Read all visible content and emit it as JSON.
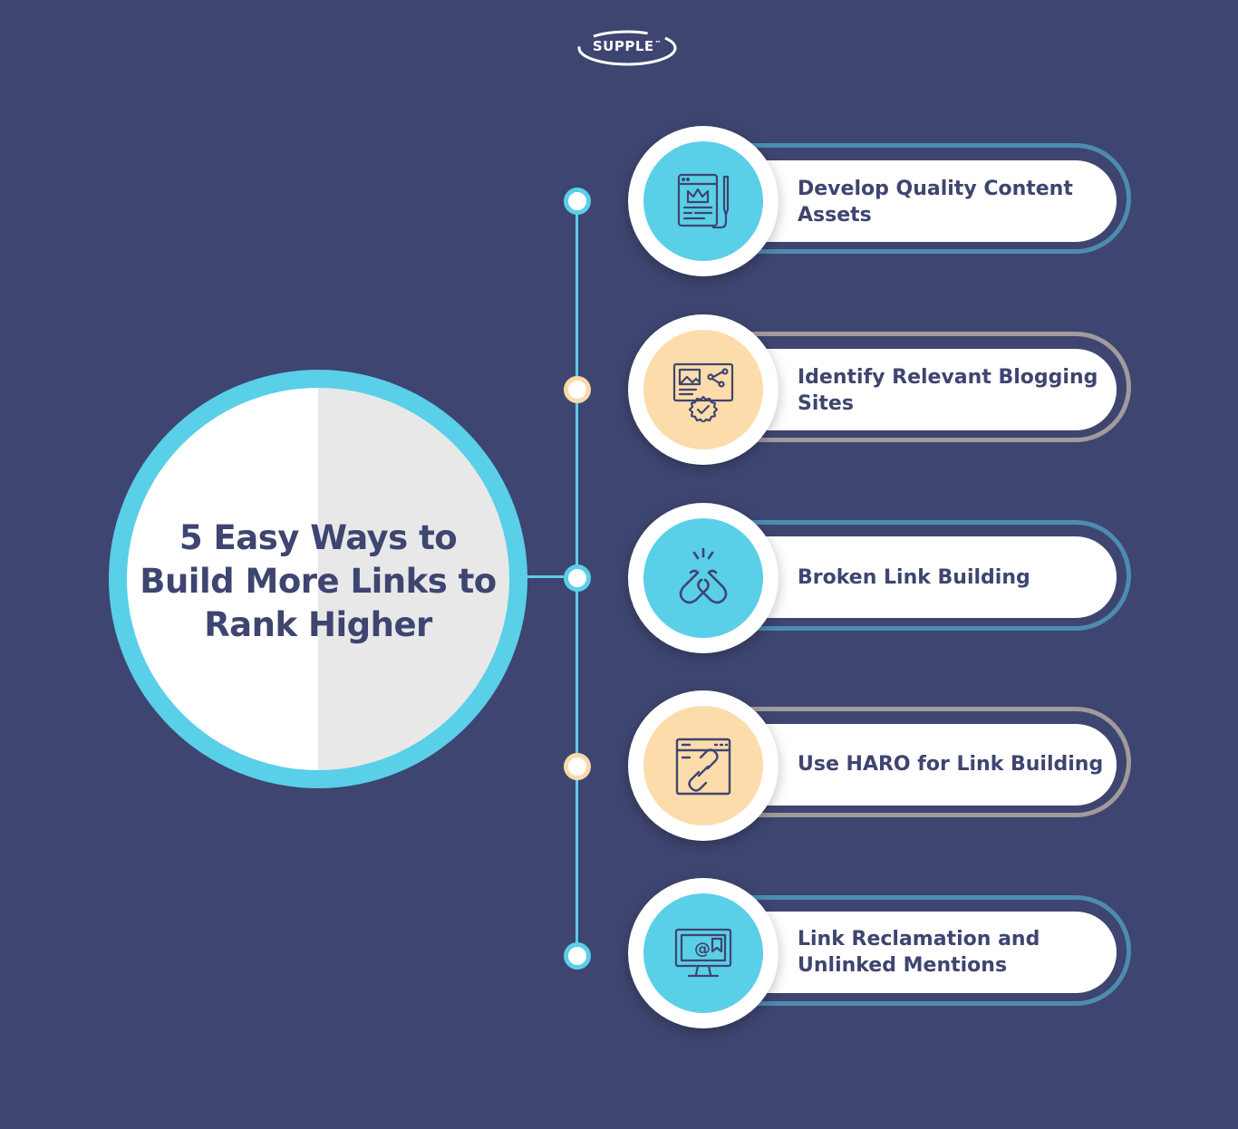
{
  "brand": {
    "logo_text": "SUPPLE",
    "logo_mark": "™"
  },
  "hub": {
    "title": "5 Easy Ways to Build More Links to Rank Higher"
  },
  "steps": [
    {
      "label": "Develop Quality Content Assets",
      "icon": "content-document-pen-icon"
    },
    {
      "label": "Identify Relevant Blogging Sites",
      "icon": "website-verified-badge-icon"
    },
    {
      "label": "Broken Link Building",
      "icon": "broken-chain-icon"
    },
    {
      "label": "Use HARO for Link Building",
      "icon": "browser-chain-link-icon"
    },
    {
      "label": "Link Reclamation and Unlinked Mentions",
      "icon": "monitor-mention-icon"
    }
  ],
  "colors": {
    "background": "#3e4570",
    "cyan": "#5acfe8",
    "peach": "#fddcab",
    "outline_blue": "#4d8cb1",
    "outline_beige": "#a29a9c",
    "text": "#3e4570"
  }
}
